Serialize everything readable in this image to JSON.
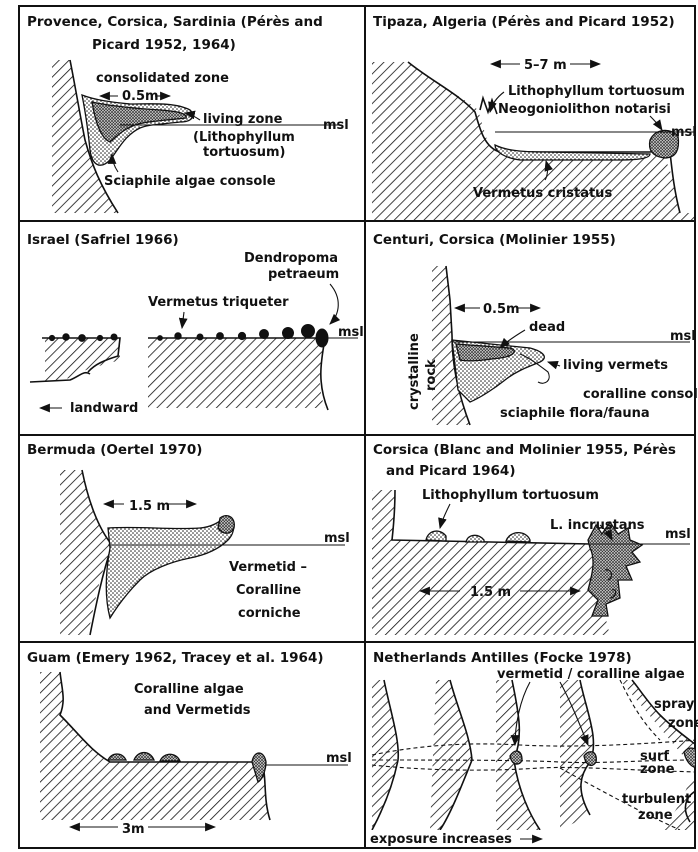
{
  "panels": [
    {
      "id": "provence",
      "title_line1": "Provence, Corsica, Sardinia (Pérès and",
      "title_line2": "Picard 1952, 1964)",
      "labels": {
        "consolidated": "consolidated zone",
        "width": "0.5m",
        "living": "living zone",
        "species1": "(Lithophyllum",
        "species2": "tortuosum)",
        "msl": "msl",
        "sciaphile": "Sciaphile algae console"
      }
    },
    {
      "id": "tipaza",
      "title": "Tipaza, Algeria  (Pérès and Picard 1952)",
      "labels": {
        "width": "5–7 m",
        "litho": "Lithophyllum tortuosum",
        "neogon": "Neogoniolithon notarisi",
        "msl": "msl",
        "vermetus": "Vermetus cristatus"
      }
    },
    {
      "id": "israel",
      "title": "Israel  (Safriel 1966)",
      "labels": {
        "dendro1": "Dendropoma",
        "dendro2": "petraeum",
        "triqueter": "Vermetus triqueter",
        "msl": "msl",
        "landward": "landward"
      }
    },
    {
      "id": "centuri",
      "title": "Centuri, Corsica  (Molinier 1955)",
      "labels": {
        "width": "0.5m",
        "dead": "dead",
        "msl": "msl",
        "crystalline": "crystalline",
        "rock": "rock",
        "living": "living vermets",
        "coralline": "coralline console",
        "sciaphile": "sciaphile flora/fauna"
      }
    },
    {
      "id": "bermuda",
      "title": "Bermuda  (Oertel 1970)",
      "labels": {
        "width": "1.5 m",
        "msl": "msl",
        "v1": "Vermetid –",
        "v2": "Coralline",
        "v3": "corniche"
      }
    },
    {
      "id": "corsica",
      "title_line1": "Corsica (Blanc and Molinier 1955, Pérès",
      "title_line2": "and Picard 1964)",
      "labels": {
        "litho": "Lithophyllum tortuosum",
        "incrustans": "L. incrustans",
        "msl": "msl",
        "width": "1.5 m"
      }
    },
    {
      "id": "guam",
      "title": "Guam  (Emery 1962, Tracey et al. 1964)",
      "labels": {
        "c1": "Coralline algae",
        "c2": "and Vermetids",
        "msl": "msl",
        "width": "3m"
      }
    },
    {
      "id": "antilles",
      "title": "Netherlands Antilles (Focke 1978)",
      "labels": {
        "vermetid": "vermetid / coralline algae",
        "spray1": "spray",
        "spray2": "zone",
        "surf1": "surf",
        "surf2": "zone",
        "turb1": "turbulent",
        "turb2": "zone",
        "exposure": "exposure increases"
      }
    }
  ]
}
